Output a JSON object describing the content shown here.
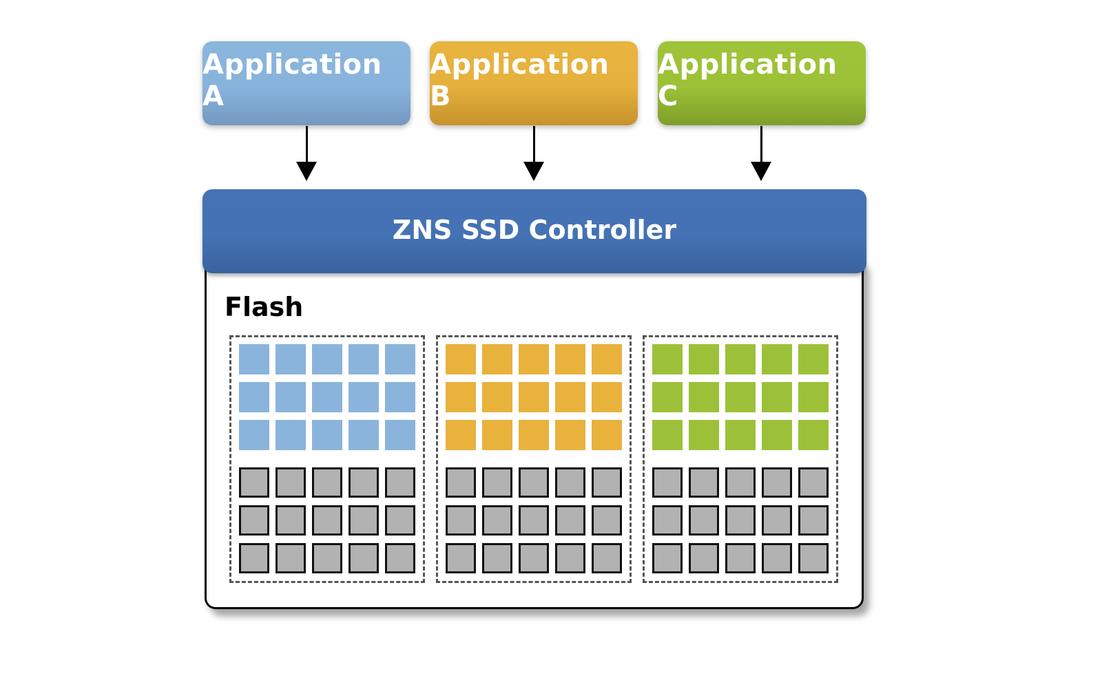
{
  "diagram": {
    "applications": [
      {
        "label": "Application A",
        "color": "#8ab4db"
      },
      {
        "label": "Application B",
        "color": "#e8b23d"
      },
      {
        "label": "Application C",
        "color": "#9cc139"
      }
    ],
    "controller": {
      "label": "ZNS SSD Controller",
      "color": "#4472b3"
    },
    "flash": {
      "label": "Flash",
      "zones": [
        {
          "owner": "Application A",
          "used_rows": 3,
          "free_rows": 3,
          "columns": 5
        },
        {
          "owner": "Application B",
          "used_rows": 3,
          "free_rows": 3,
          "columns": 5
        },
        {
          "owner": "Application C",
          "used_rows": 3,
          "free_rows": 3,
          "columns": 5
        }
      ],
      "free_block_color": "#b2b2b2"
    }
  }
}
